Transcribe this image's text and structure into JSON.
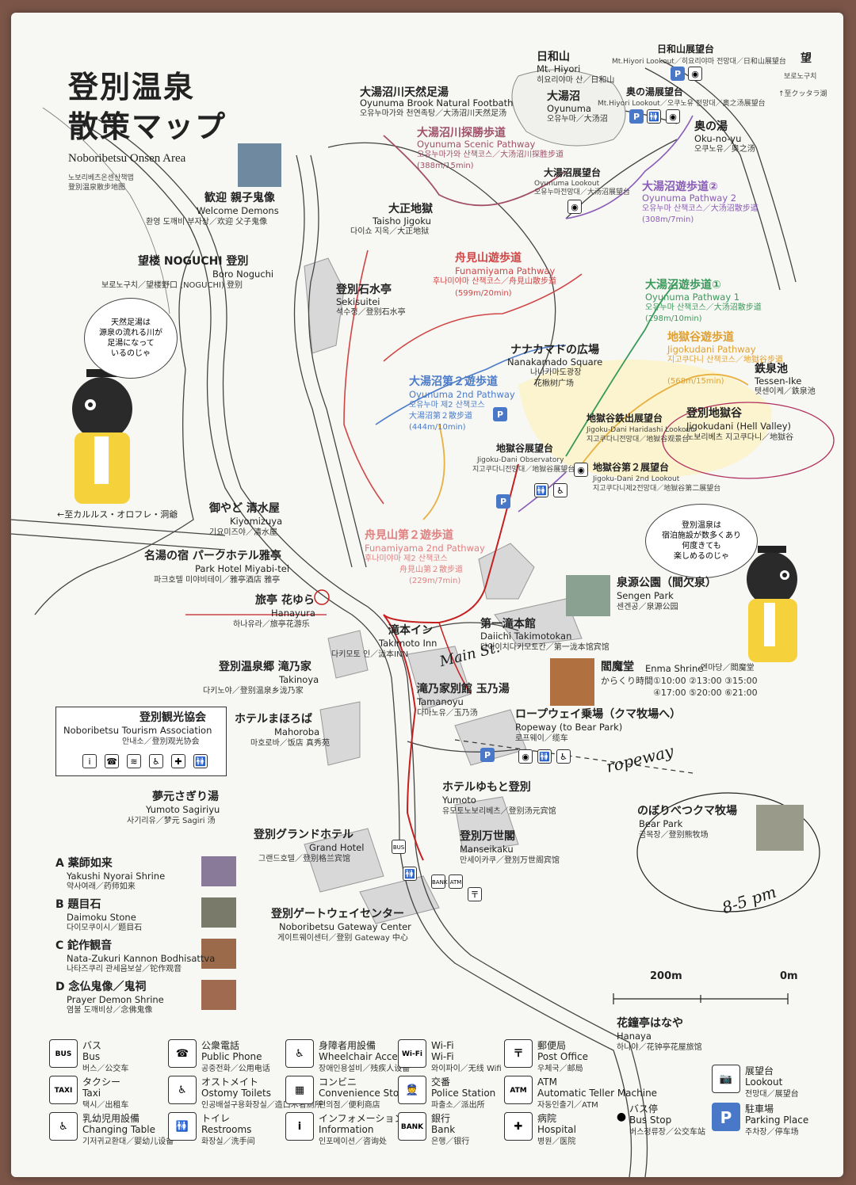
{
  "title": {
    "line1": "登別温泉",
    "line2": "散策マップ",
    "en": "Noboribetsu Onsen Area",
    "ko": "노보리베츠온센산책맵",
    "cn": "登別温泉散步地图"
  },
  "places": {
    "hiyori": {
      "jp": "日和山",
      "en": "Mt. Hiyori",
      "ko": "히요리야마 산／日和山"
    },
    "hiyori_lookout": {
      "jp": "日和山展望台",
      "en": "Mt.Hiyori Lookout／히요리야마 전망대／日和山展望台"
    },
    "oyunuma": {
      "jp": "大湯沼",
      "en": "Oyunuma",
      "ko": "오유누마／大汤沼"
    },
    "oyunuma_lookout_top": {
      "jp": "奥の湯展望台",
      "en": "Mt.Hiyori Lookout／오쿠노유 전망대／奥之汤展望台"
    },
    "okunoyu": {
      "jp": "奥の湯",
      "en": "Oku-no-yu",
      "ko": "오쿠노유／奥之汤"
    },
    "kuttara": {
      "jp": "↑至クッタラ湖"
    },
    "bororo": {
      "jp": "望",
      "en": "보로노구치"
    },
    "brook": {
      "jp": "大湯沼川天然足湯",
      "en": "Oyunuma Brook Natural Footbath",
      "ko": "오유누마가와 천연족탕／大汤沼川天然足汤"
    },
    "scenic": {
      "jp": "大湯沼川探勝歩道",
      "en": "Oyunuma Scenic Pathway",
      "ko": "오유누마가와 산책코스／大汤沼川探胜步道",
      "dist": "(388m/15min)"
    },
    "oyunuma_lookout": {
      "jp": "大湯沼展望台",
      "en": "Oyunuma Lookout",
      "ko": "오유누마전망대／大汤沼展望台"
    },
    "pathway2": {
      "jp": "大湯沼遊歩道②",
      "en": "Oyunuma Pathway 2",
      "ko": "오유누마 산책코스／大汤沼散步道",
      "dist": "(308m/7min)"
    },
    "welcome": {
      "jp": "歓迎 親子鬼像",
      "en": "Welcome Demons",
      "ko": "환영 도깨비 부자상／欢迎 父子鬼像"
    },
    "taisho": {
      "jp": "大正地獄",
      "en": "Taisho Jigoku",
      "ko": "다이쇼 지옥／大正地狱"
    },
    "funamiyama": {
      "jp": "舟見山遊歩道",
      "en": "Funamiyama Pathway",
      "ko": "후나미야마 산책코스／舟見山散步道",
      "dist": "(599m/20min)"
    },
    "boro": {
      "jp": "望楼 NOGUCHI 登別",
      "en": "Boro Noguchi",
      "ko": "보로노구치／望楼野口 (NOGUCHI) 登别"
    },
    "sekisuitei": {
      "jp": "登別石水亭",
      "en": "Sekisuitei",
      "ko": "석수정／登别石水亭"
    },
    "pathway1": {
      "jp": "大湯沼遊歩道①",
      "en": "Oyunuma Pathway 1",
      "ko": "오유누마 산책코스／大汤沼散步道",
      "dist": "(298m/10min)"
    },
    "nanakamado": {
      "jp": "ナナカマドの広場",
      "en": "Nanakamado Square",
      "ko": "나나카마도광장",
      "cn": "花楸树广场"
    },
    "jigokudani_path": {
      "jp": "地獄谷遊歩道",
      "en": "Jigokudani Pathway",
      "ko": "지고쿠다니 산책코스／地獄谷步道",
      "dist": "(568m/15min)"
    },
    "tessen": {
      "jp": "鉄泉池",
      "en": "Tessen-Ike",
      "ko": "텟센이케／鉄泉池"
    },
    "second_path": {
      "jp": "大湯沼第２遊歩道",
      "en": "Oyunuma 2nd Pathway",
      "ko": "오유누마 제2 산책코스",
      "cn": "大湯沼第２散步道",
      "dist": "(444m/10min)"
    },
    "haridashi": {
      "jp": "地獄谷鉄出展望台",
      "en": "Jigoku-Dani Haridashi Lookout",
      "ko": "지고쿠다니전망대／地獄谷观景台"
    },
    "hell_valley": {
      "jp": "登別地獄谷",
      "en": "Jigokudani (Hell Valley)",
      "ko": "노보리베츠 지고쿠다니／地獄谷"
    },
    "observatory": {
      "jp": "地獄谷展望台",
      "en": "Jigoku-Dani Observatory",
      "ko": "지고쿠다니전망대／地獄谷展望台"
    },
    "second_lookout": {
      "jp": "地獄谷第２展望台",
      "en": "Jigoku-Dani 2nd Lookout",
      "ko": "지고쿠다니제2전망대／地獄谷第二展望台"
    },
    "karurusu": {
      "jp": "←至カルルス・オロフレ・洞爺"
    },
    "kiyomizuya": {
      "jp": "御やど 清水屋",
      "en": "Kiyomizuya",
      "ko": "기요미즈야／清水屋"
    },
    "funamiyama2": {
      "jp": "舟見山第２遊歩道",
      "en": "Funamiyama 2nd Pathway",
      "ko": "후나미야마 제2 산책코스",
      "cn": "舟見山第２散步道",
      "dist": "(229m/7min)"
    },
    "bubble_right": {
      "text": "登別温泉は\n宿泊施設が数多くあり\n何度きても\n楽しめるのじゃ"
    },
    "bubble_left": {
      "text": "天然足湯は\n源泉の流れる川が\n足湯になって\nいるのじゃ"
    },
    "miyabitei": {
      "jp": "名湯の宿 パークホテル雅亭",
      "en": "Park Hotel Miyabi-tei",
      "ko": "파크호텔 미야비테이／雅亭酒店 雅亭"
    },
    "sengen": {
      "jp": "泉源公園（間欠泉）",
      "en": "Sengen Park",
      "ko": "센겐공／泉源公园"
    },
    "hanayura": {
      "jp": "旅亭 花ゆら",
      "en": "Hanayura",
      "ko": "하나유라／旅亭花游乐"
    },
    "takimoto": {
      "jp": "滝本イン",
      "en": "Takimoto Inn",
      "ko": "다키모토 인／泷本INN"
    },
    "daiichi": {
      "jp": "第一滝本館",
      "en": "Daiichi Takimotokan",
      "ko": "다이이치다키모토칸／第一泷本馆宾馆"
    },
    "enma": {
      "jp": "閻魔堂",
      "en": "Enma Shrine",
      "ko": "엔마당／閻魔堂",
      "times1": "からくり時間①10:00 ②13:00 ③15:00",
      "times2": "④17:00 ⑤20:00 ⑥21:00"
    },
    "takinoya": {
      "jp": "登別温泉郷 滝乃家",
      "en": "Takinoya",
      "ko": "다키노야／登别温泉乡泷乃家"
    },
    "tamanoyu": {
      "jp": "滝乃家別館 玉乃湯",
      "en": "Tamanoyu",
      "ko": "다마노유／玉乃汤"
    },
    "tourism": {
      "jp": "登別観光協会",
      "en": "Noboribetsu Tourism Association",
      "ko": "안내소／登別观光协会"
    },
    "mahoroba": {
      "jp": "ホテルまほろば",
      "en": "Mahoroba",
      "ko": "마호로바／饭店 真秀苑"
    },
    "ropeway": {
      "jp": "ロープウェイ乗場（クマ牧場へ）",
      "en": "Ropeway (to Bear Park)",
      "ko": "로프웨이／缆车"
    },
    "sagiriyu": {
      "jp": "夢元さぎり湯",
      "en": "Yumoto Sagiriyu",
      "ko": "사기리유／梦元 Sagiri 汤"
    },
    "yumoto": {
      "jp": "ホテルゆもと登別",
      "en": "Yumoto",
      "ko": "유모토노보리베츠／登别汤元宾馆"
    },
    "bear_park": {
      "jp": "のぼりべつクマ牧場",
      "en": "Bear Park",
      "ko": "곰목장／登别熊牧场"
    },
    "grand": {
      "jp": "登別グランドホテル",
      "en": "Grand Hotel",
      "ko": "그랜드호텔／登别格兰宾馆"
    },
    "manseikaku": {
      "jp": "登別万世閣",
      "en": "Manseikaku",
      "ko": "만세이카쿠／登別万世阁宾馆"
    },
    "gateway": {
      "jp": "登別ゲートウェイセンター",
      "en": "Noboribetsu Gateway Center",
      "ko": "게이트웨이센터／登别 Gateway 中心"
    },
    "hanaya": {
      "jp": "花鐘亭はなや",
      "en": "Hanaya",
      "ko": "하나야／花钟亭花屋旅馆"
    }
  },
  "legend_left": [
    {
      "mark": "A",
      "jp": "薬師如来",
      "en": "Yakushi Nyorai Shrine",
      "ko": "약사여래／药师如来"
    },
    {
      "mark": "B",
      "jp": "題目石",
      "en": "Daimoku Stone",
      "ko": "다이모쿠이시／题目石"
    },
    {
      "mark": "C",
      "jp": "鉈作観音",
      "en": "Nata-Zukuri Kannon Bodhisattva",
      "ko": "나타즈쿠리 관세음보살／铊作观音"
    },
    {
      "mark": "D",
      "jp": "念仏鬼像／鬼祠",
      "en": "Prayer Demon Shrine",
      "ko": "염불 도깨비상／念佛鬼像"
    }
  ],
  "scale": {
    "left": "200m",
    "right": "0m"
  },
  "legend": [
    {
      "icon": "BUS",
      "jp": "バス",
      "en": "Bus",
      "ko": "버스／公交车"
    },
    {
      "icon": "TAXI",
      "jp": "タクシー",
      "en": "Taxi",
      "ko": "택시／出租车"
    },
    {
      "icon": "♿",
      "jp": "乳幼児用設備",
      "en": "Changing Table",
      "ko": "기저귀교환대／婴幼儿设备"
    },
    {
      "icon": "☎",
      "jp": "公衆電話",
      "en": "Public Phone",
      "ko": "공중전화／公用电话"
    },
    {
      "icon": "♿",
      "jp": "オストメイト",
      "en": "Ostomy Toilets",
      "ko": "인공배설구용화장실／造口术者厕所"
    },
    {
      "icon": "🚻",
      "jp": "トイレ",
      "en": "Restrooms",
      "ko": "화장실／洗手间"
    },
    {
      "icon": "♿",
      "jp": "身障者用設備",
      "en": "Wheelchair Accessible",
      "ko": "장애인용설비／残疾人设备"
    },
    {
      "icon": "▦",
      "jp": "コンビニ",
      "en": "Convenience Store",
      "ko": "편의점／便利商店"
    },
    {
      "icon": "i",
      "jp": "インフォメーション",
      "en": "Information",
      "ko": "인포메이션／咨询处"
    },
    {
      "icon": "Wi-Fi",
      "jp": "Wi-Fi",
      "en": "Wi-Fi",
      "ko": "와이파이／无线 Wifi"
    },
    {
      "icon": "👮",
      "jp": "交番",
      "en": "Police Station",
      "ko": "파출소／派出所"
    },
    {
      "icon": "BANK",
      "jp": "銀行",
      "en": "Bank",
      "ko": "은행／银行"
    },
    {
      "icon": "〒",
      "jp": "郵便局",
      "en": "Post Office",
      "ko": "우체국／邮局"
    },
    {
      "icon": "ATM",
      "jp": "ATM",
      "en": "Automatic Teller Machine",
      "ko": "자동인출기／ATM"
    },
    {
      "icon": "✚",
      "jp": "病院",
      "en": "Hospital",
      "ko": "병원／医院"
    },
    {
      "icon": "📷",
      "jp": "展望台",
      "en": "Lookout",
      "ko": "전망대／展望台"
    },
    {
      "icon": "P",
      "jp": "駐車場",
      "en": "Parking Place",
      "ko": "주차장／停车场"
    },
    {
      "icon": "●",
      "jp": "バス停",
      "en": "Bus Stop",
      "ko": "버스정류장／公交车站"
    }
  ],
  "handwriting": {
    "main": "Main St.",
    "ropeway": "ropeway",
    "hours": "8-5 pm"
  },
  "colors": {
    "red": "#d04545",
    "green": "#3a9a5a",
    "blue": "#4a7bc8",
    "orange": "#e8b040",
    "purple": "#8a5cb8",
    "parking": "#4a78c8"
  }
}
